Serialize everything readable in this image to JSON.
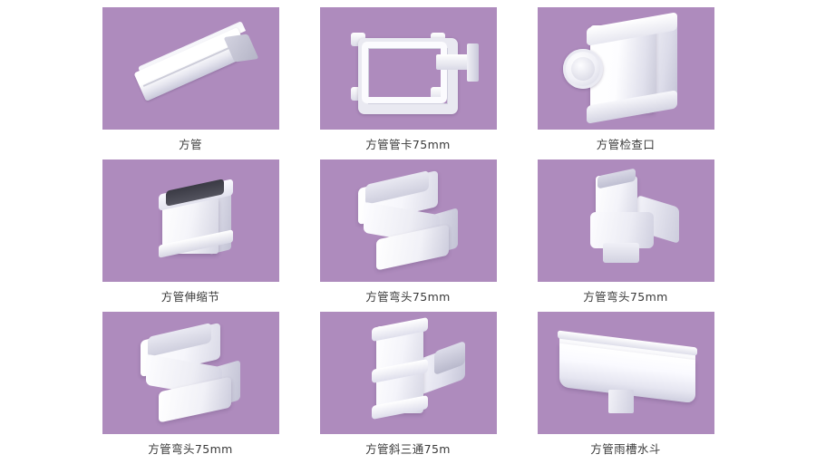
{
  "page": {
    "background_color": "#ffffff",
    "panel_color": "#ae8bbd",
    "caption_color": "#3a3a3a",
    "columns": 3,
    "rows": 3
  },
  "products": [
    {
      "caption": "方管",
      "image_name": "square-downpipe",
      "art": "pipe"
    },
    {
      "caption": "方管管卡75mm",
      "image_name": "square-pipe-clamp-75mm",
      "art": "clamp"
    },
    {
      "caption": "方管检查口",
      "image_name": "square-pipe-inspection-port",
      "art": "inspection"
    },
    {
      "caption": "方管伸缩节",
      "image_name": "square-pipe-expansion-joint",
      "art": "expansion"
    },
    {
      "caption": "方管弯头75mm",
      "image_name": "square-pipe-elbow-75mm-a",
      "art": "elbow-stack"
    },
    {
      "caption": "方管弯头75mm",
      "image_name": "square-pipe-elbow-75mm-b",
      "art": "elbow-single"
    },
    {
      "caption": "方管弯头75mm",
      "image_name": "square-pipe-elbow-75mm-c",
      "art": "elbow-stack"
    },
    {
      "caption": "方管斜三通75m",
      "image_name": "square-pipe-oblique-tee-75m",
      "art": "tee"
    },
    {
      "caption": "方管雨槽水斗",
      "image_name": "square-gutter-outlet-hopper",
      "art": "hopper"
    }
  ]
}
